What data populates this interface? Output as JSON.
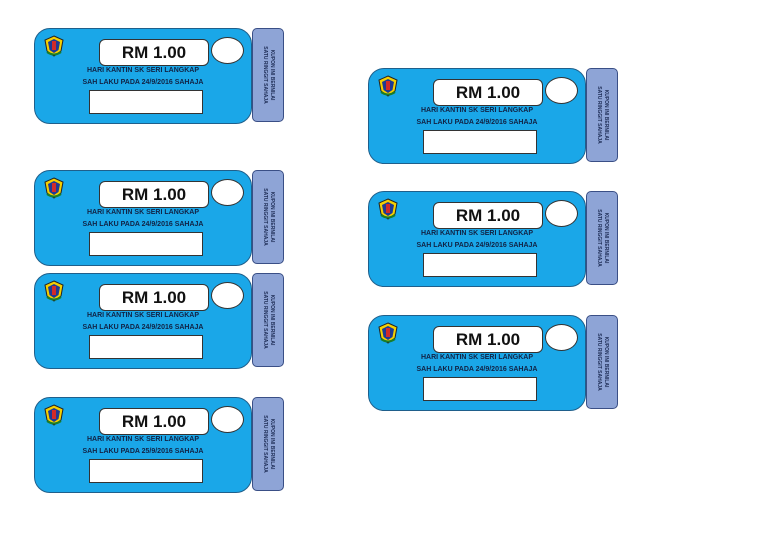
{
  "coupons": [
    {
      "amount": "RM 1.00",
      "title": "HARI KANTIN SK SERI LANGKAP",
      "validity": "SAH LAKU PADA 24/9/2016 SAHAJA",
      "stub_line1": "KUPON INI BERNILAI",
      "stub_line2": "SATU RINGGIT SAHAJA"
    },
    {
      "amount": "RM 1.00",
      "title": "HARI KANTIN SK SERI LANGKAP",
      "validity": "SAH LAKU PADA 24/9/2016 SAHAJA",
      "stub_line1": "KUPON INI BERNILAI",
      "stub_line2": "SATU RINGGIT SAHAJA"
    },
    {
      "amount": "RM 1.00",
      "title": "HARI KANTIN SK SERI LANGKAP",
      "validity": "SAH LAKU PADA 24/9/2016 SAHAJA",
      "stub_line1": "KUPON INI BERNILAI",
      "stub_line2": "SATU RINGGIT SAHAJA"
    },
    {
      "amount": "RM 1.00",
      "title": "HARI KANTIN SK SERI LANGKAP",
      "validity": "SAH LAKU PADA 25/9/2016 SAHAJA",
      "stub_line1": "KUPON INI BERNILAI",
      "stub_line2": "SATU RINGGIT SAHAJA"
    },
    {
      "amount": "RM 1.00",
      "title": "HARI KANTIN SK SERI LANGKAP",
      "validity": "SAH LAKU PADA 24/9/2016 SAHAJA",
      "stub_line1": "KUPON INI BERNILAI",
      "stub_line2": "SATU RINGGIT SAHAJA"
    },
    {
      "amount": "RM 1.00",
      "title": "HARI KANTIN SK SERI LANGKAP",
      "validity": "SAH LAKU PADA 24/9/2016 SAHAJA",
      "stub_line1": "KUPON INI BERNILAI",
      "stub_line2": "SATU RINGGIT SAHAJA"
    },
    {
      "amount": "RM 1.00",
      "title": "HARI KANTIN SK SERI LANGKAP",
      "validity": "SAH LAKU PADA 24/9/2016 SAHAJA",
      "stub_line1": "KUPON INI BERNILAI",
      "stub_line2": "SATU RINGGIT SAHAJA"
    }
  ],
  "icons": {
    "logo": "school-crest-icon"
  },
  "colors": {
    "coupon_body": "#1aa7e8",
    "coupon_stub": "#8ea4d6"
  }
}
